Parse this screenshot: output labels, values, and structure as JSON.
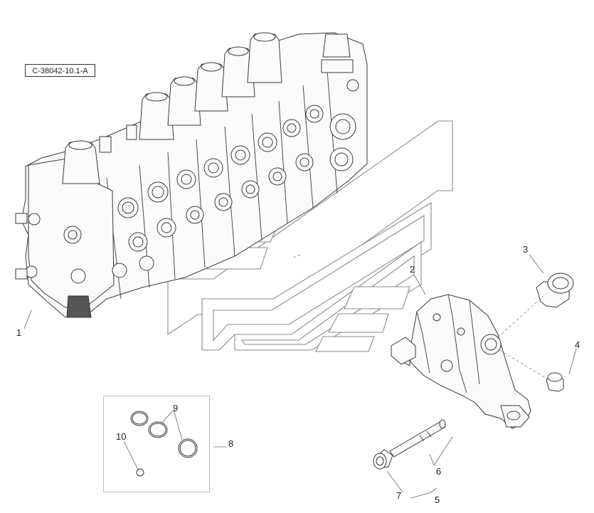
{
  "reference_code": "C-38042-10.1-A",
  "callouts": [
    {
      "id": "c1",
      "label": "1"
    },
    {
      "id": "c2",
      "label": "2"
    },
    {
      "id": "c3",
      "label": "3"
    },
    {
      "id": "c4",
      "label": "4"
    },
    {
      "id": "c5",
      "label": "5"
    },
    {
      "id": "c6",
      "label": "6"
    },
    {
      "id": "c7",
      "label": "7"
    },
    {
      "id": "c8",
      "label": "8"
    },
    {
      "id": "c9",
      "label": "9"
    },
    {
      "id": "c10",
      "label": "10"
    }
  ]
}
